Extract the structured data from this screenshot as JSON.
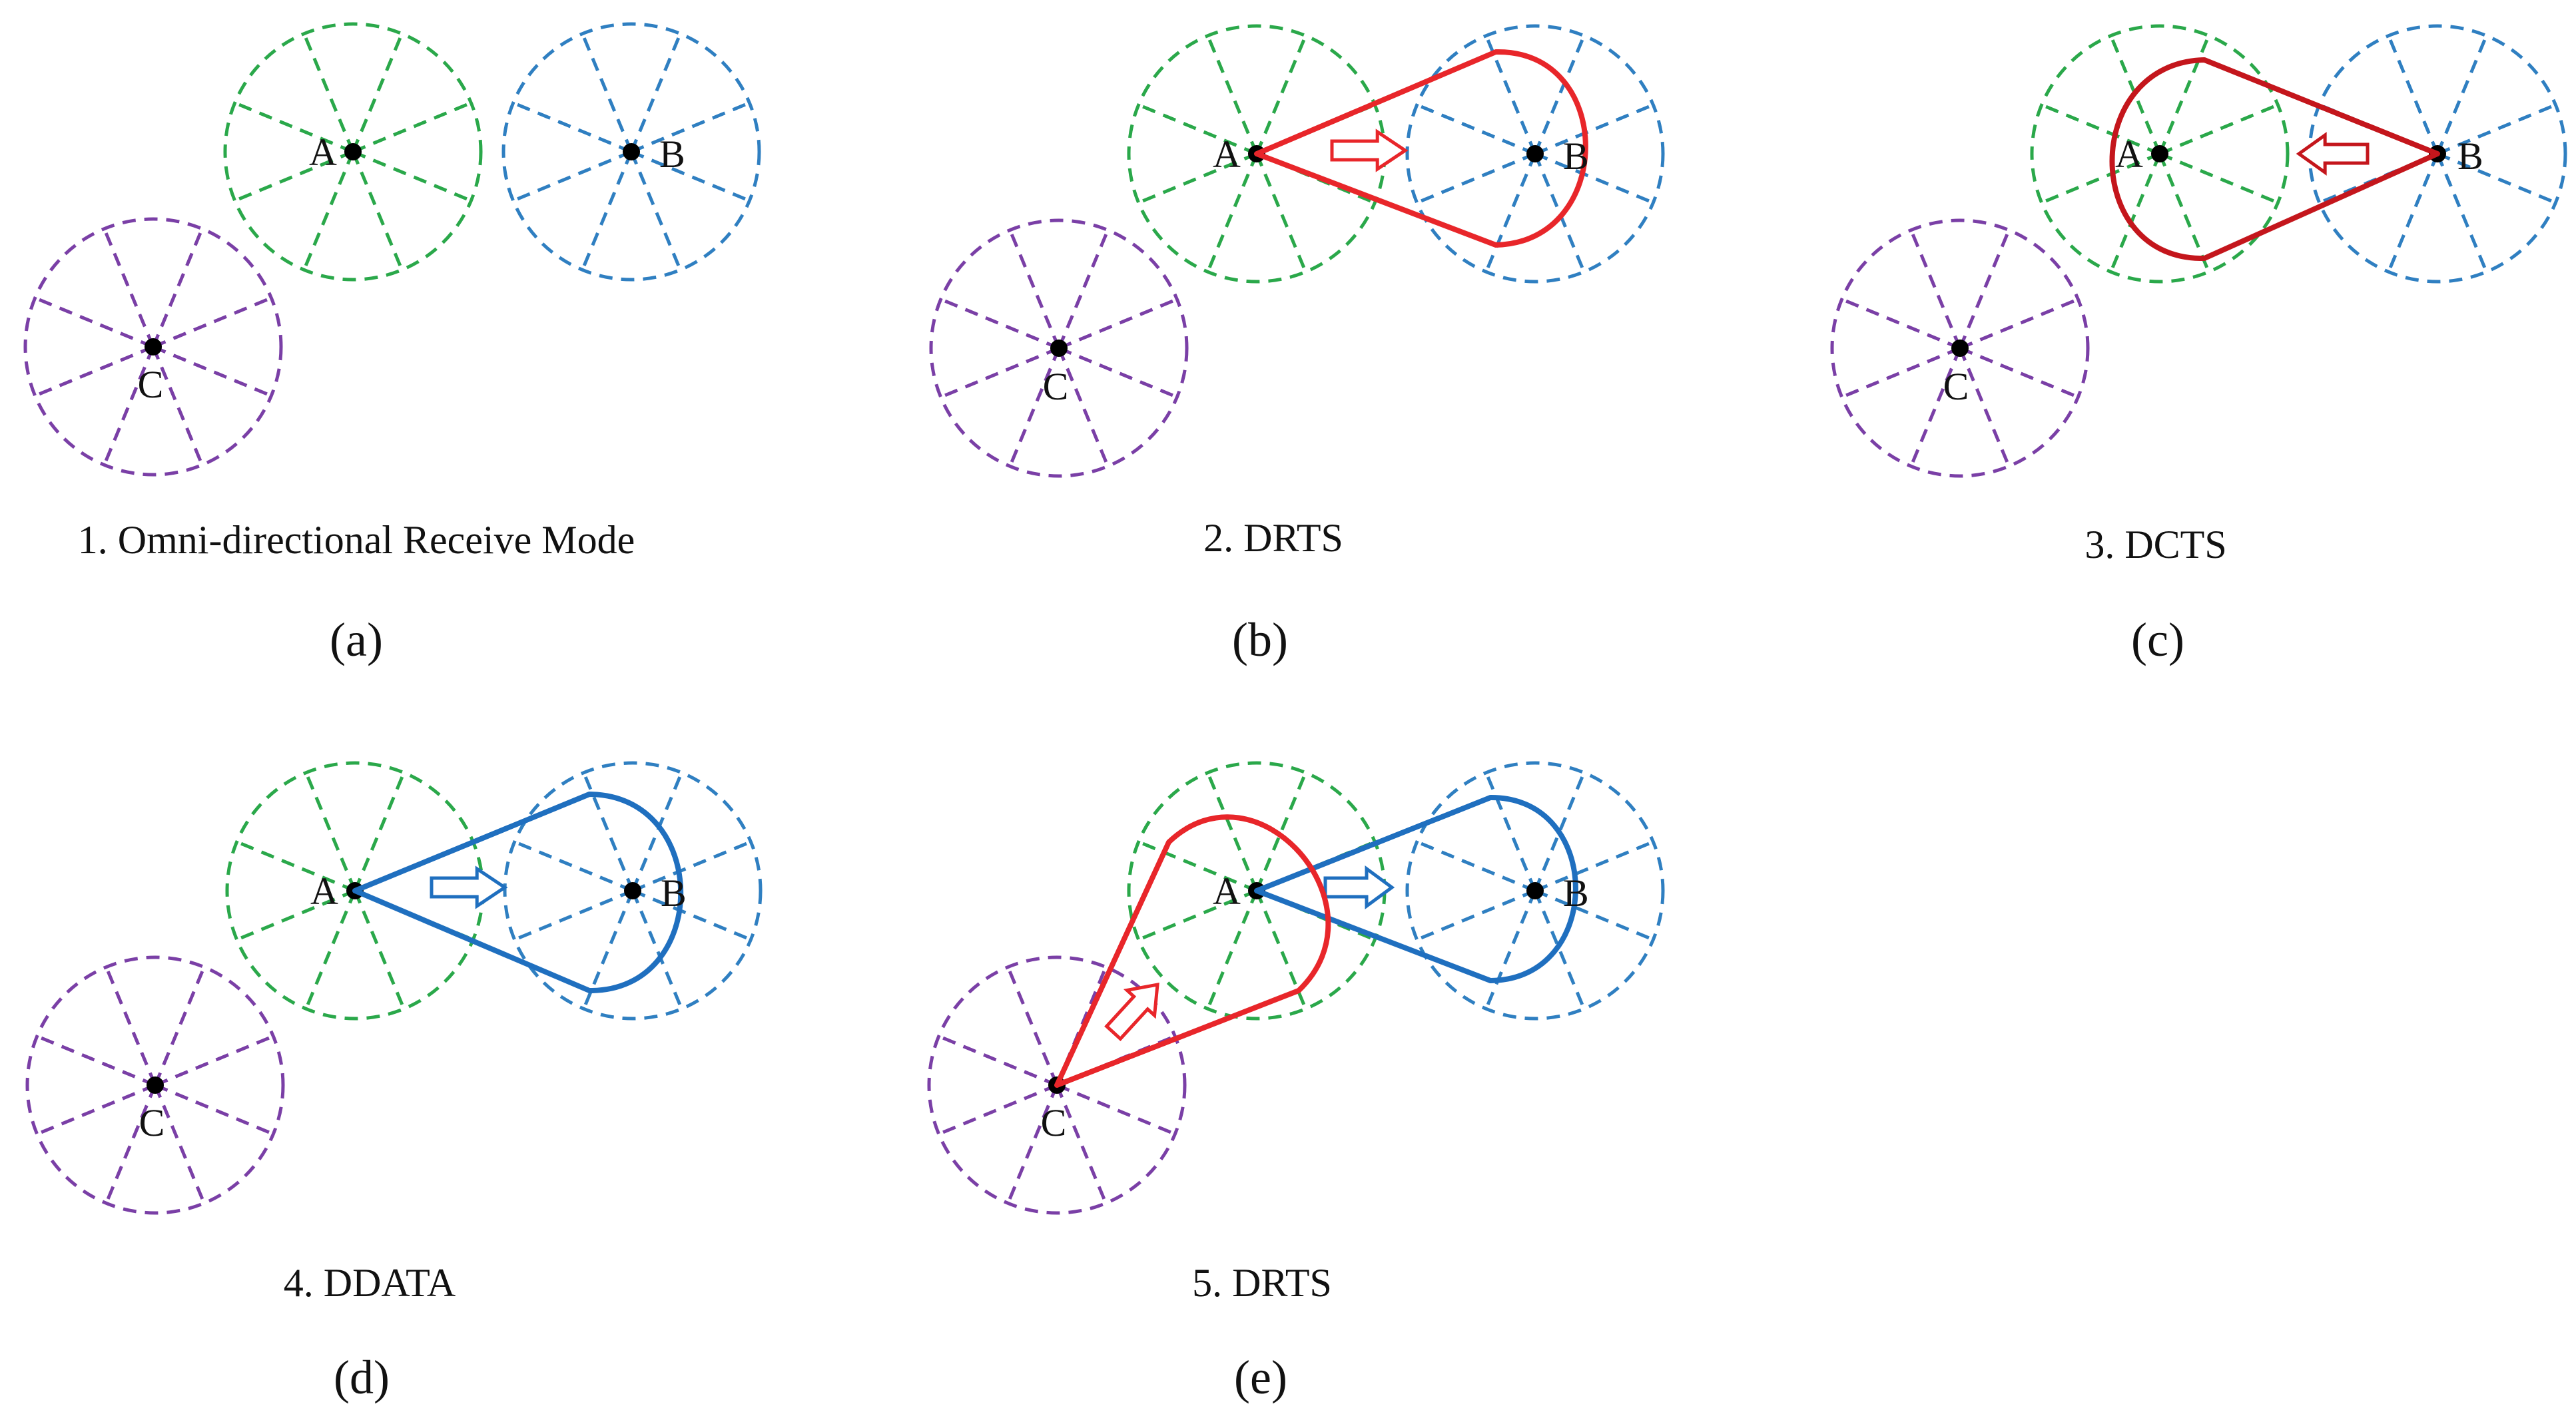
{
  "colors": {
    "node_A": "#2aa84a",
    "node_B": "#2f7fc1",
    "node_C": "#7a3fa6",
    "rts_beam": "#e8262a",
    "cts_beam": "#c4161c",
    "data_beam": "#1f6fbf",
    "dot": "#000000"
  },
  "nodes": {
    "A": "A",
    "B": "B",
    "C": "C"
  },
  "panels": [
    {
      "id": "a",
      "caption": "1. Omni-directional Receive Mode",
      "sublabel": "(a)"
    },
    {
      "id": "b",
      "caption": "2. DRTS",
      "sublabel": "(b)"
    },
    {
      "id": "c",
      "caption": "3. DCTS",
      "sublabel": "(c)"
    },
    {
      "id": "d",
      "caption": "4. DDATA",
      "sublabel": "(d)"
    },
    {
      "id": "e",
      "caption": "5. DRTS",
      "sublabel": "(e)"
    }
  ]
}
